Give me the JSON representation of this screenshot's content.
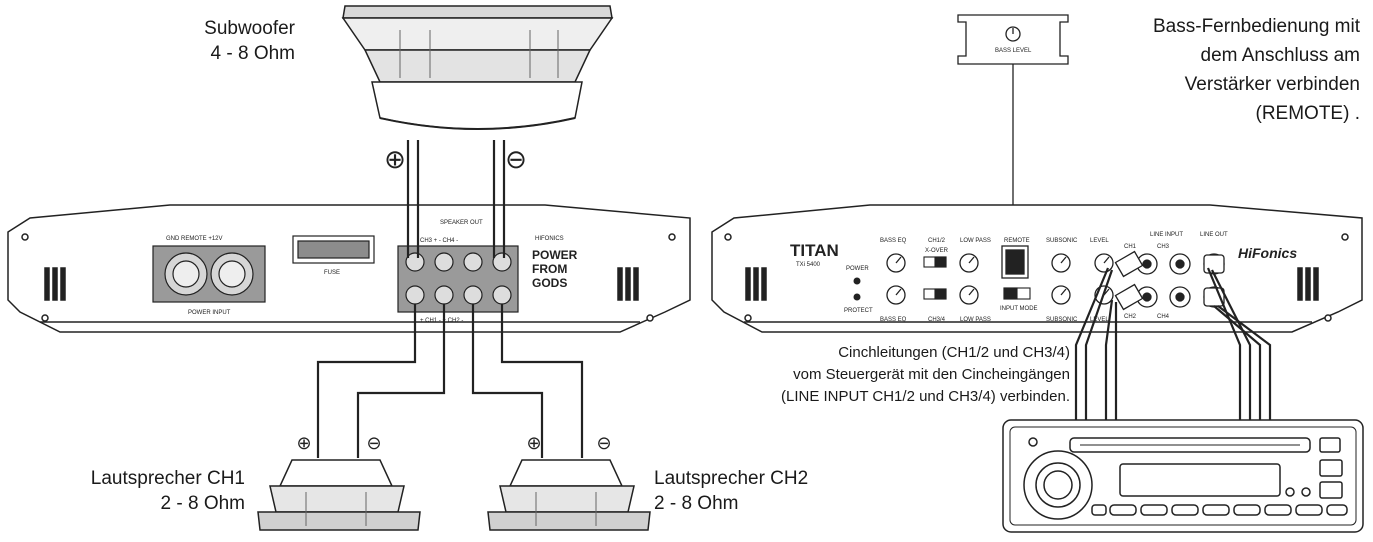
{
  "labels": {
    "subwoofer": "Subwoofer",
    "subwoofer_ohm": "4 - 8 Ohm",
    "speaker_ch1": "Lautsprecher CH1",
    "speaker_ch1_ohm": "2 - 8 Ohm",
    "speaker_ch2": "Lautsprecher CH2",
    "speaker_ch2_ohm": "2 - 8 Ohm",
    "remote_line1": "Bass-Fernbedienung mit",
    "remote_line2": "dem Anschluss am",
    "remote_line3": "Verstärker verbinden",
    "remote_line4": "(REMOTE) .",
    "rca_line1": "Cinchleitungen (CH1/2 und CH3/4)",
    "rca_line2": "vom Steuergerät mit den Cincheingängen",
    "rca_line3": "(LINE INPUT CH1/2 und CH3/4) verbinden."
  },
  "polarity": {
    "plus": "⊕",
    "minus": "⊖"
  },
  "amp_left": {
    "power_input_label": "POWER INPUT",
    "fuse_label": "FUSE",
    "gnd_label": "GND REMOTE +12V",
    "speaker_label": "SPEAKER OUT",
    "ch_top": "CH3 + - CH4 -",
    "ch_bottom": "+ CH1 - + CH2 -",
    "brand_small": "HIFONICS",
    "brand_logo": [
      "POWER",
      "FROM",
      "GODS"
    ]
  },
  "amp_right": {
    "model": "TITAN",
    "model_sub": "TXi 5400",
    "power_label": "POWER",
    "protect_label": "PROTECT",
    "bass_eq": "BASS EQ",
    "ch12": "CH1/2",
    "ch34": "CH3/4",
    "low_pass": "LOW PASS",
    "remote": "REMOTE",
    "subsonic": "SUBSONIC",
    "level": "LEVEL",
    "x_over": "X-OVER",
    "input_mode": "INPUT MODE",
    "line_input": "LINE INPUT",
    "line_out": "LINE OUT",
    "brand": "HiFonics",
    "ch1": "CH1",
    "ch2": "CH2",
    "ch3": "CH3",
    "ch4": "CH4"
  },
  "remote_unit": {
    "label": "BASS LEVEL"
  }
}
